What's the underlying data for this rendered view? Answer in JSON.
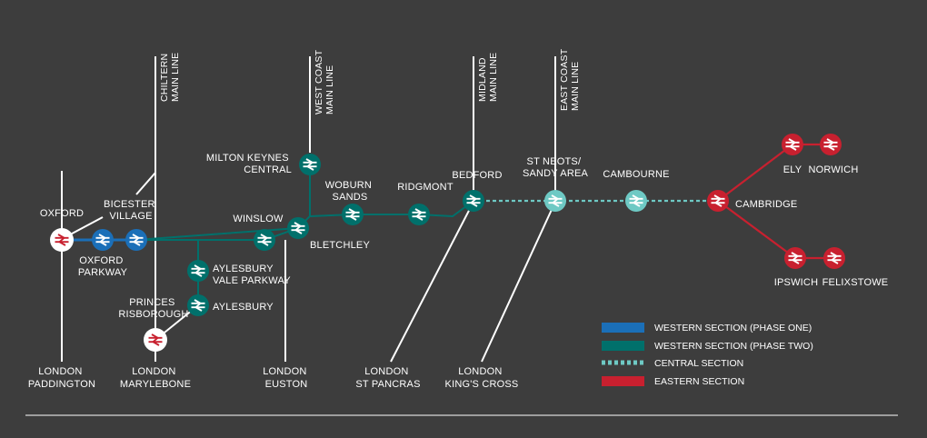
{
  "colors": {
    "background": "#3d3d3d",
    "western_phase_one": "#1b6fb8",
    "western_phase_two": "#00706b",
    "central": "#6ec9c4",
    "eastern": "#c8202f",
    "line": "#ffffff"
  },
  "lines": {
    "chiltern": [
      "CHILTERN",
      "MAIN LINE"
    ],
    "west_coast": [
      "WEST COAST",
      "MAIN LINE"
    ],
    "midland": [
      "MIDLAND",
      "MAIN LINE"
    ],
    "east_coast": [
      "EAST COAST",
      "MAIN LINE"
    ]
  },
  "stations": {
    "oxford": [
      "OXFORD"
    ],
    "oxford_parkway": [
      "OXFORD",
      "PARKWAY"
    ],
    "bicester_village": [
      "BICESTER",
      "VILLAGE"
    ],
    "princes_risborough": [
      "PRINCES",
      "RISBOROUGH"
    ],
    "aylesbury_vale_parkway": [
      "AYLESBURY",
      "VALE PARKWAY"
    ],
    "aylesbury": [
      "AYLESBURY"
    ],
    "winslow": [
      "WINSLOW"
    ],
    "milton_keynes": [
      "MILTON KEYNES",
      "CENTRAL"
    ],
    "bletchley": [
      "BLETCHLEY"
    ],
    "woburn_sands": [
      "WOBURN",
      "SANDS"
    ],
    "ridgmont": [
      "RIDGMONT"
    ],
    "bedford": [
      "BEDFORD"
    ],
    "st_neots": [
      "ST NEOTS/",
      "SANDY AREA"
    ],
    "cambourne": [
      "CAMBOURNE"
    ],
    "cambridge": [
      "CAMBRIDGE"
    ],
    "ely": [
      "ELY"
    ],
    "norwich": [
      "NORWICH"
    ],
    "ipswich": [
      "IPSWICH"
    ],
    "felixstowe": [
      "FELIXSTOWE"
    ]
  },
  "termini": {
    "paddington": [
      "LONDON",
      "PADDINGTON"
    ],
    "marylebone": [
      "LONDON",
      "MARYLEBONE"
    ],
    "euston": [
      "LONDON",
      "EUSTON"
    ],
    "st_pancras": [
      "LONDON",
      "ST PANCRAS"
    ],
    "kings_cross": [
      "LONDON",
      "KING'S CROSS"
    ]
  },
  "legend": [
    {
      "label": "WESTERN SECTION (PHASE ONE)",
      "style": "solid",
      "color": "#1b6fb8"
    },
    {
      "label": "WESTERN SECTION (PHASE TWO)",
      "style": "solid",
      "color": "#00706b"
    },
    {
      "label": "CENTRAL SECTION",
      "style": "dashed",
      "color": "#6ec9c4"
    },
    {
      "label": "EASTERN SECTION",
      "style": "solid",
      "color": "#c8202f"
    }
  ]
}
